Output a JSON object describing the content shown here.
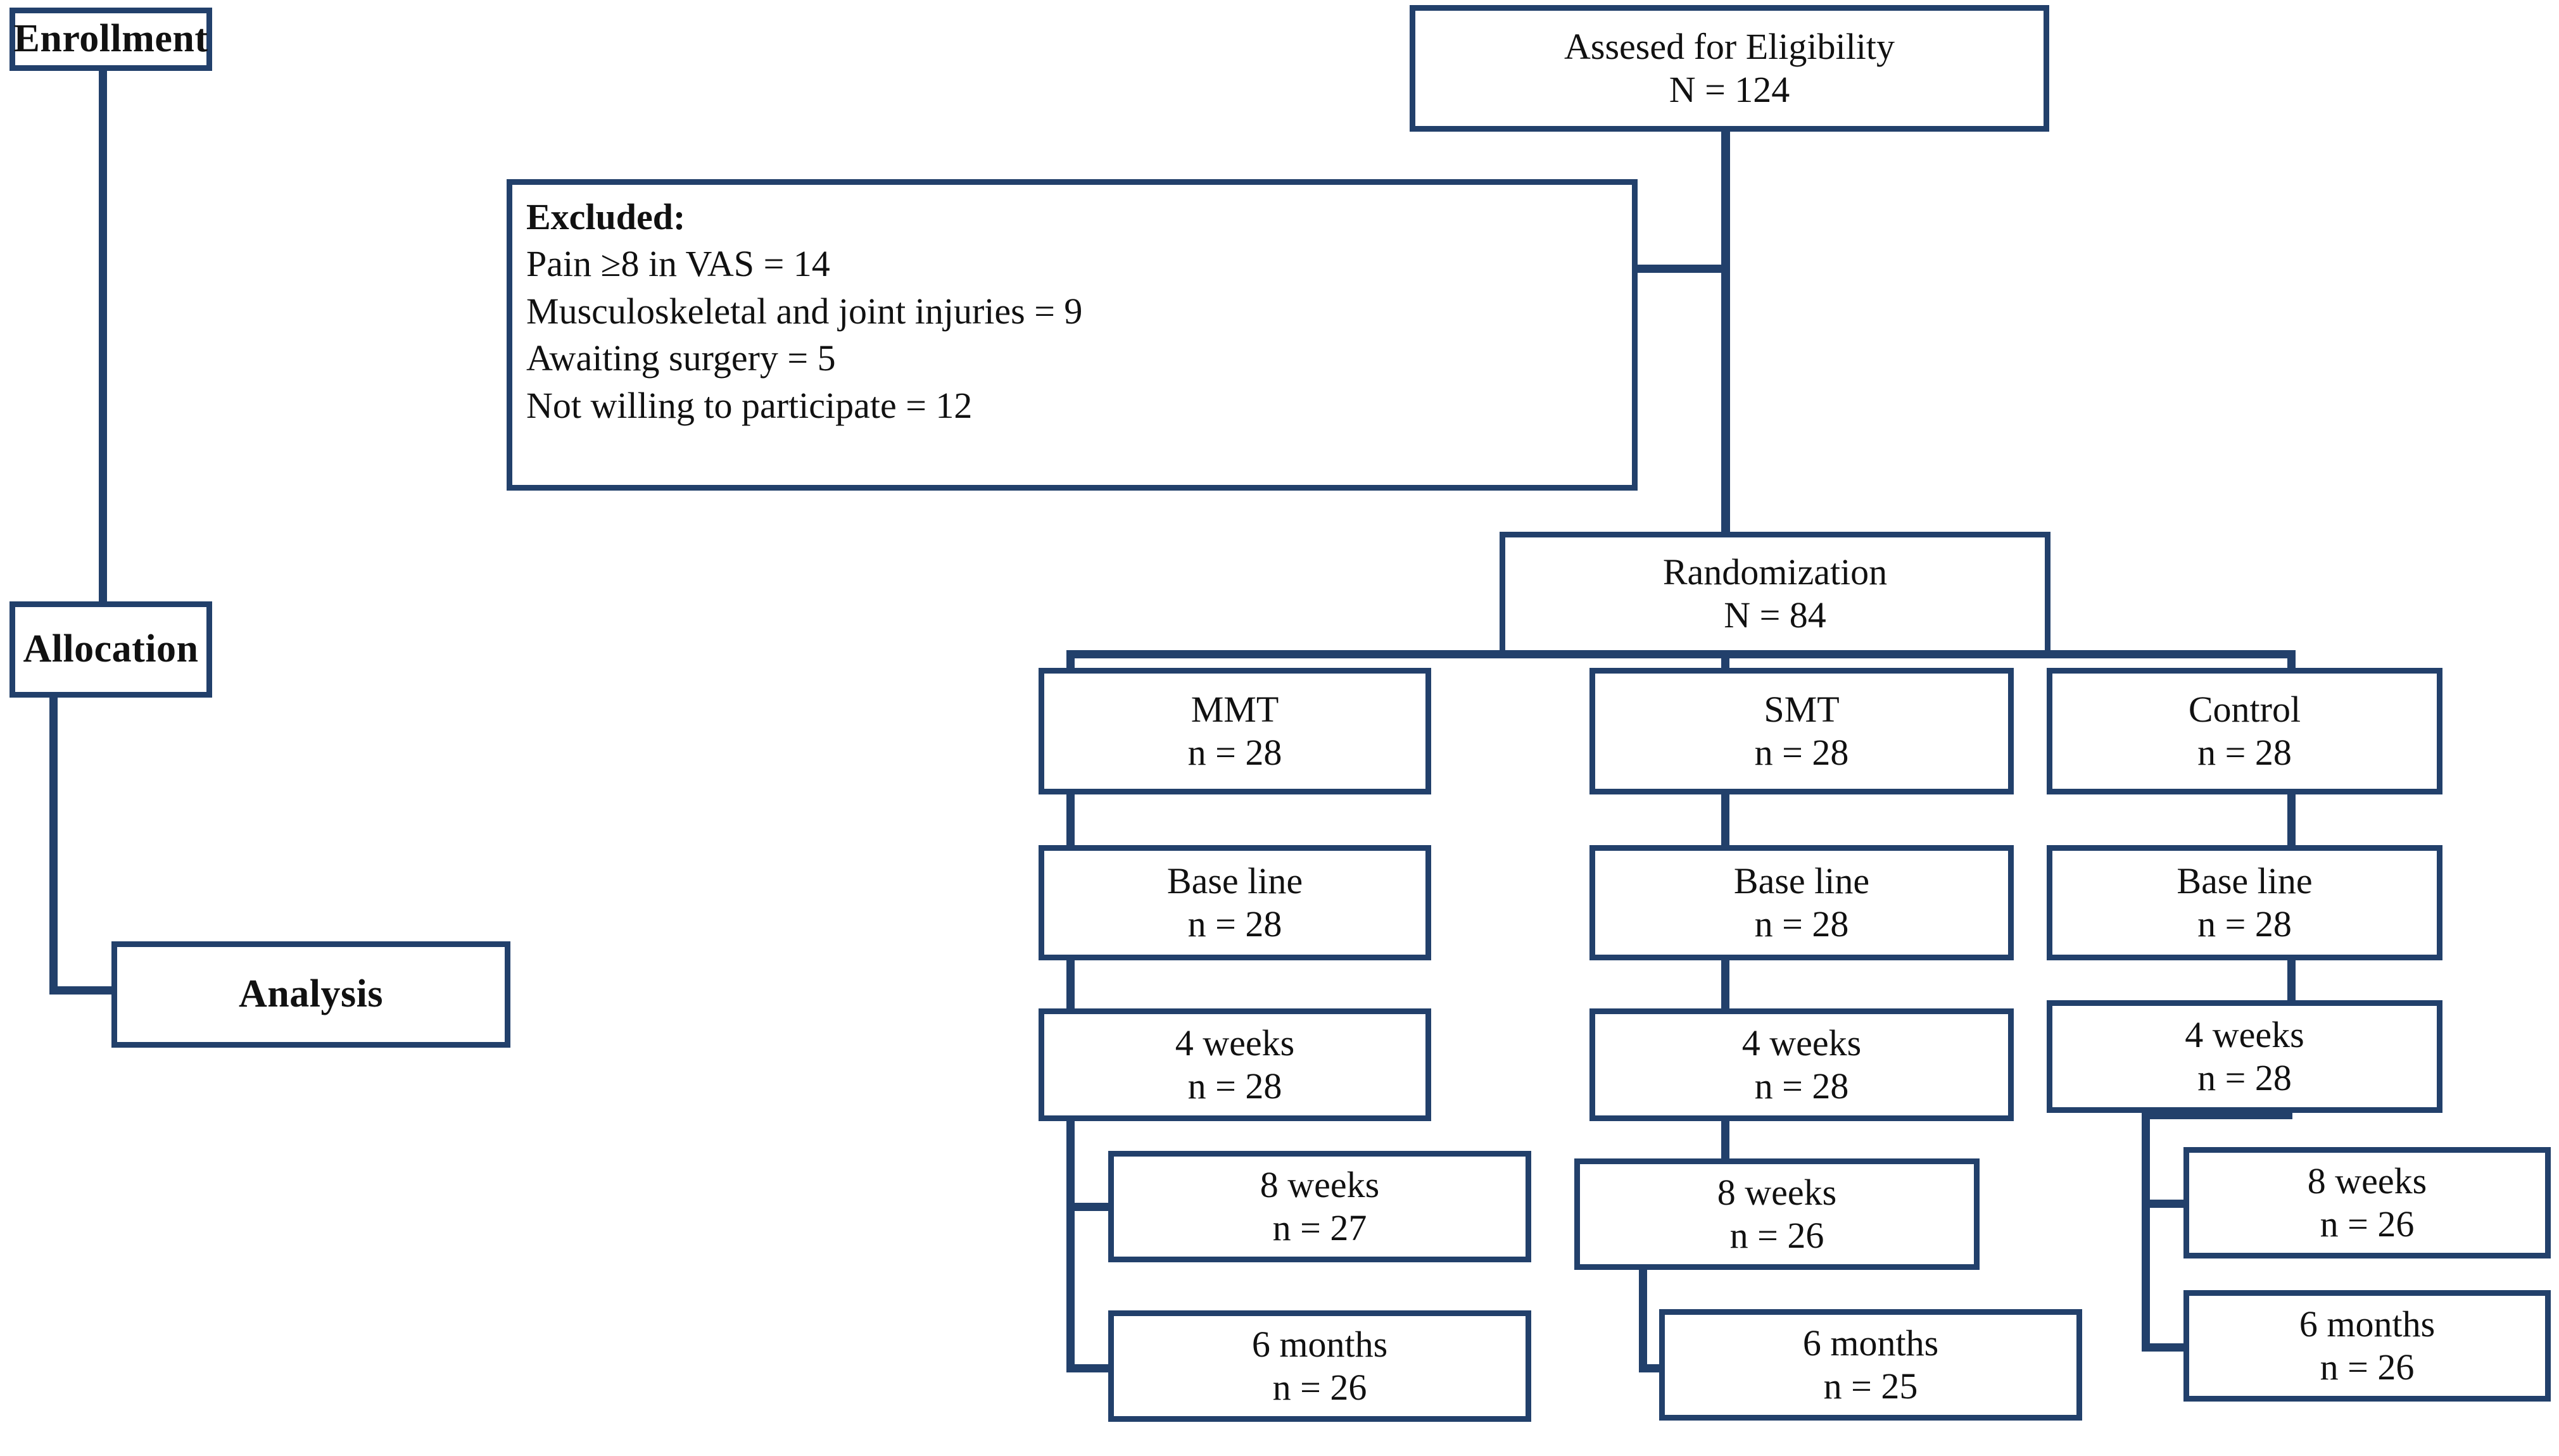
{
  "diagram": {
    "title": "CONSORT participant flow diagram",
    "accent_color": "#22406b",
    "background_color": "#ffffff",
    "text_color": "#111111"
  },
  "stages": {
    "enrollment": "Enrollment",
    "allocation": "Allocation",
    "analysis": "Analysis"
  },
  "eligibility": {
    "label": "Assesed for Eligibility",
    "count": "N = 124"
  },
  "excluded": {
    "heading": "Excluded:",
    "reasons": [
      "Pain ≥8 in VAS = 14",
      "Musculoskeletal and joint injuries = 9",
      "Awaiting surgery = 5",
      "Not willing to participate = 12"
    ]
  },
  "randomization": {
    "label": "Randomization",
    "count": "N = 84"
  },
  "arms": [
    {
      "name": "MMT",
      "count": "n = 28",
      "timepoints": [
        {
          "label": "Base line",
          "count": "n = 28"
        },
        {
          "label": "4 weeks",
          "count": "n = 28"
        },
        {
          "label": "8 weeks",
          "count": "n = 27"
        },
        {
          "label": "6 months",
          "count": "n = 26"
        }
      ]
    },
    {
      "name": "SMT",
      "count": "n = 28",
      "timepoints": [
        {
          "label": "Base line",
          "count": "n = 28"
        },
        {
          "label": "4 weeks",
          "count": "n = 28"
        },
        {
          "label": "8 weeks",
          "count": "n = 26"
        },
        {
          "label": "6 months",
          "count": "n = 25"
        }
      ]
    },
    {
      "name": "Control",
      "count": "n = 28",
      "timepoints": [
        {
          "label": "Base line",
          "count": "n = 28"
        },
        {
          "label": "4 weeks",
          "count": "n = 28"
        },
        {
          "label": "8 weeks",
          "count": "n = 26"
        },
        {
          "label": "6 months",
          "count": "n = 26"
        }
      ]
    }
  ]
}
